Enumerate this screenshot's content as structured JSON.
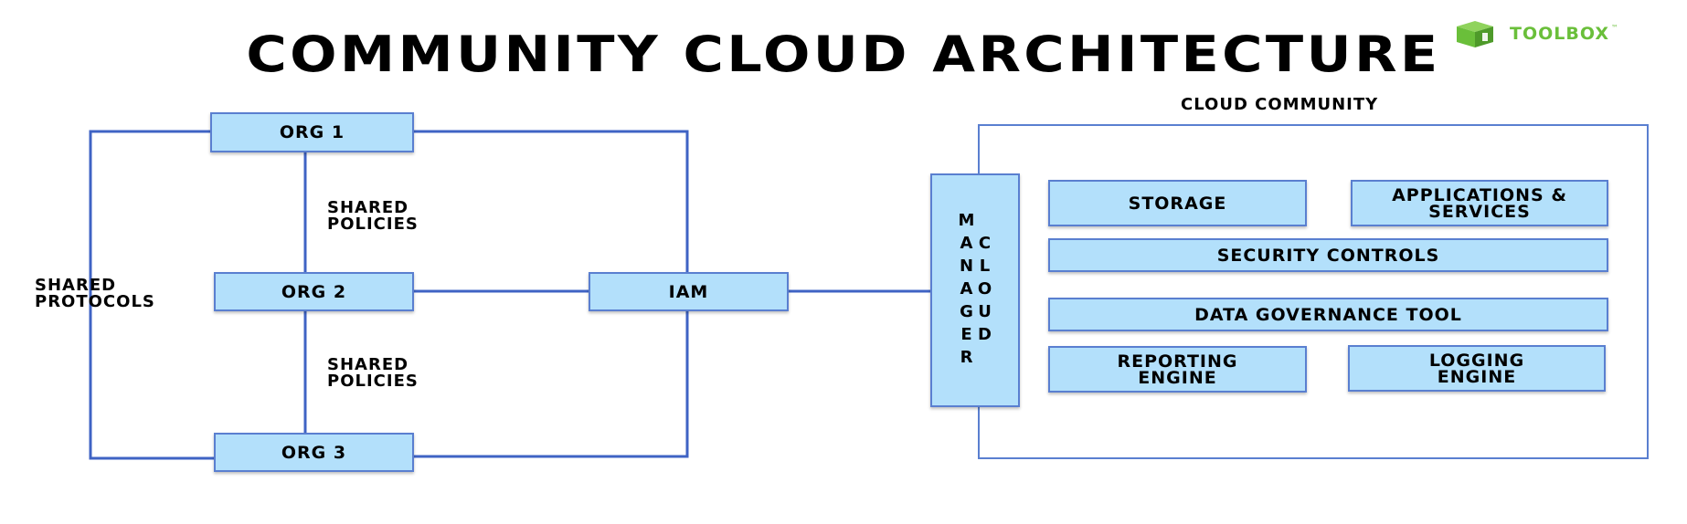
{
  "title": "COMMUNITY CLOUD ARCHITECTURE",
  "logo": {
    "text": "TOOLBOX",
    "trademark": "™",
    "icon": "toolbox-cube-icon",
    "color": "#6abf3a"
  },
  "colors": {
    "line": "#3f63c4",
    "node_fill": "#b3e0fb",
    "node_border": "#5a7fd0"
  },
  "left_network": {
    "orgs": [
      "ORG 1",
      "ORG 2",
      "ORG 3"
    ],
    "shared_policies_top": "SHARED\nPOLICIES",
    "shared_policies_bottom": "SHARED\nPOLICIES",
    "shared_protocols": "SHARED\nPROTOCOLS",
    "iam": "IAM"
  },
  "cloud_manager": "CLOUD MANAGER",
  "cloud_community": {
    "label": "CLOUD COMMUNITY",
    "components": {
      "storage": "STORAGE",
      "applications": "APPLICATIONS &\nSERVICES",
      "security": "SECURITY CONTROLS",
      "governance": "DATA GOVERNANCE TOOL",
      "reporting": "REPORTING\nENGINE",
      "logging": "LOGGING\nENGINE"
    }
  }
}
